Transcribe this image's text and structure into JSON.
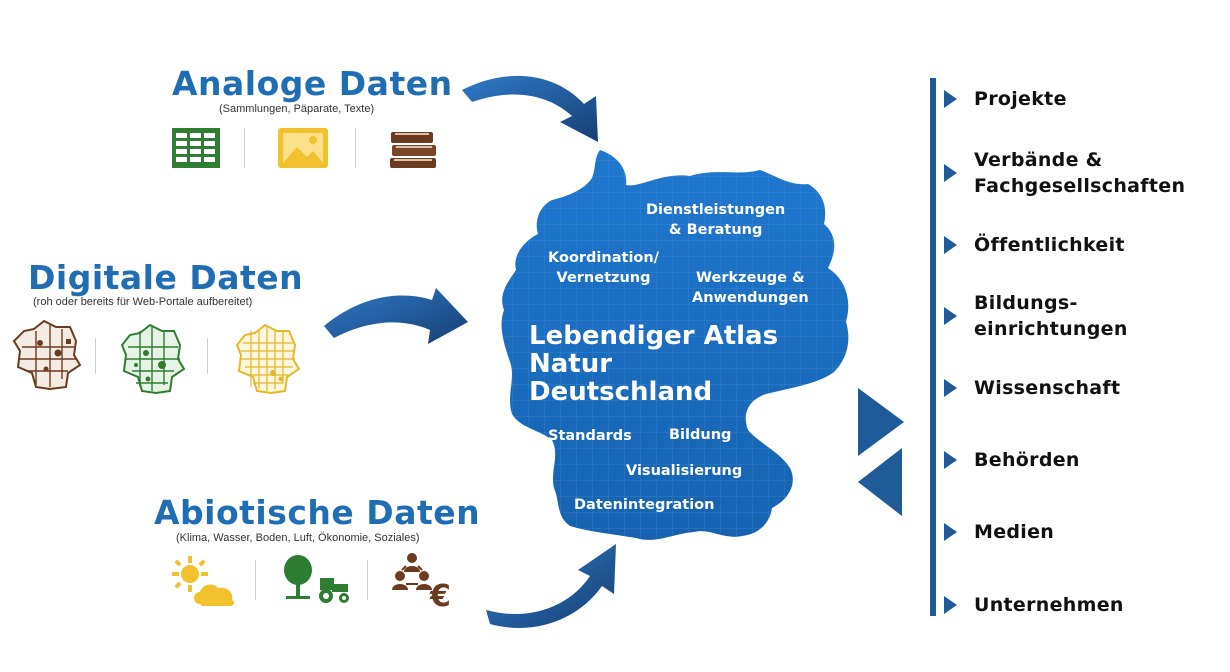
{
  "sources": [
    {
      "title": "Analoge Daten",
      "subtitle": "(Sammlungen, Päparate, Texte)",
      "icons": [
        "spreadsheet-icon",
        "image-icon",
        "books-icon"
      ]
    },
    {
      "title": "Digitale Daten",
      "subtitle": "(roh oder bereits für Web-Portale aufbereitet)",
      "icons": [
        "germany-map-brown-icon",
        "germany-map-green-icon",
        "germany-map-yellow-icon"
      ]
    },
    {
      "title": "Abiotische Daten",
      "subtitle": "(Klima, Wasser, Boden, Luft, Ökonomie, Soziales)",
      "icons": [
        "weather-icon",
        "tree-tractor-icon",
        "people-euro-icon"
      ]
    }
  ],
  "center": {
    "title": "Lebendiger Atlas\nNatur\nDeutschland",
    "labels": {
      "dienstleistungen": "Dienstleistungen\n& Beratung",
      "koordination": "Koordination/\nVernetzung",
      "werkzeuge": "Werkzeuge &\nAnwendungen",
      "standards": "Standards",
      "bildung": "Bildung",
      "visualisierung": "Visualisierung",
      "datenintegration": "Datenintegration"
    }
  },
  "targets": [
    "Projekte",
    "Verbände &\nFachgesellschaften",
    "Öffentlichkeit",
    "Bildungs-\neinrichtungen",
    "Wissenschaft",
    "Behörden",
    "Medien",
    "Unternehmen"
  ],
  "colors": {
    "title_blue": "#1f6db3",
    "map_blue": "#1d6fc0",
    "arrow_blue": "#1f5b98",
    "green": "#2e7d32",
    "yellow": "#f2c12e",
    "brown": "#6b3a1f"
  }
}
